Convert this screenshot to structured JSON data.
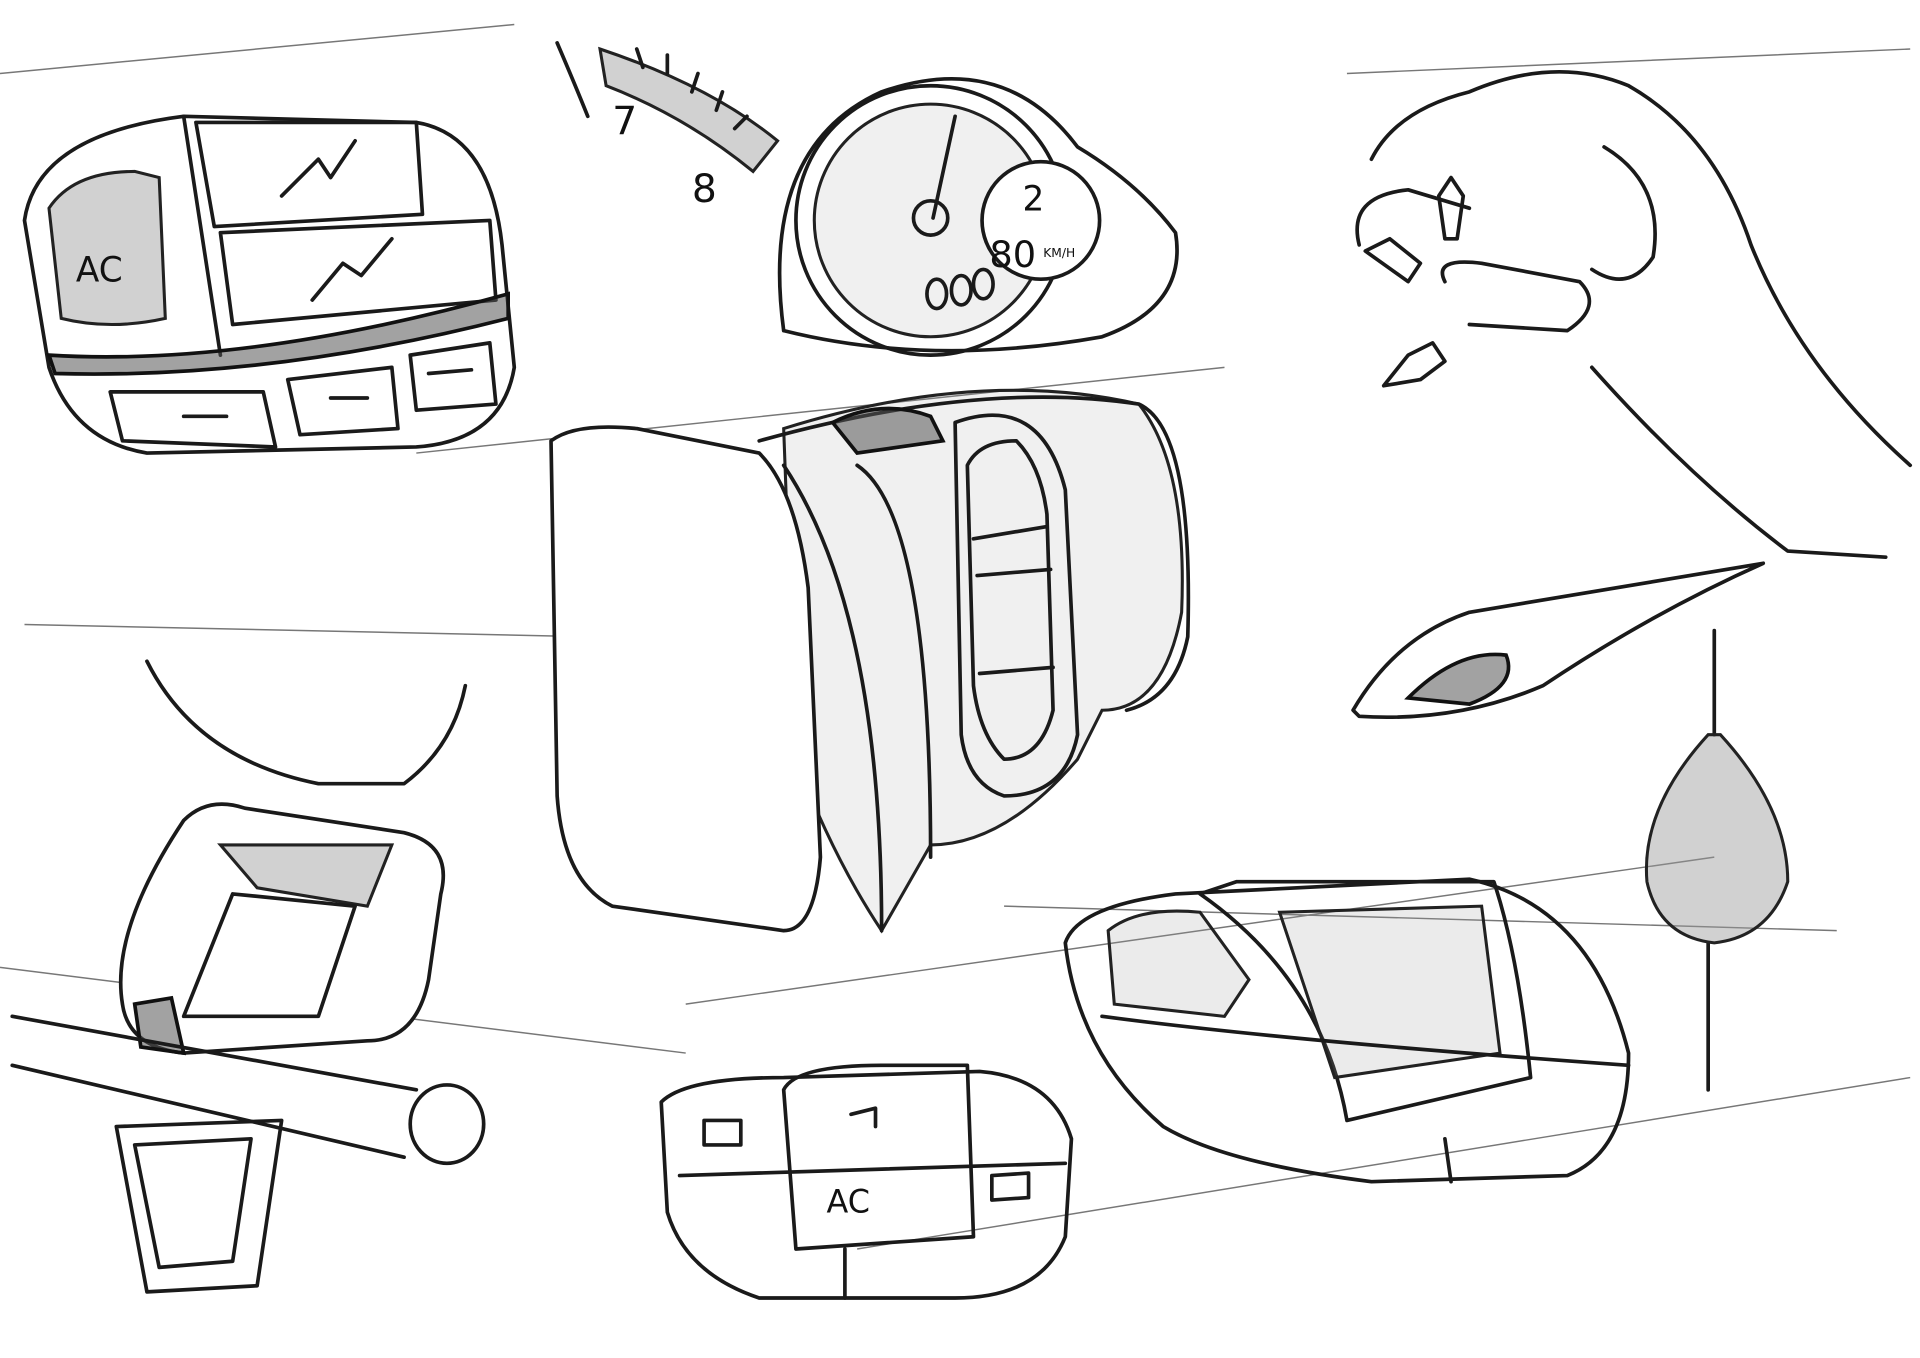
{
  "sketch_labels": {
    "climate_panel_top_ac": "AC",
    "gauge_mark_low": "7",
    "gauge_mark_high": "8",
    "gear_display": "2",
    "speed_display": "80",
    "speed_unit": "KM/H",
    "climate_cluster_ac": "AC"
  },
  "colors": {
    "ink": "#1a1a1a",
    "paper": "#ffffff",
    "shade": "#9a9a9a"
  }
}
